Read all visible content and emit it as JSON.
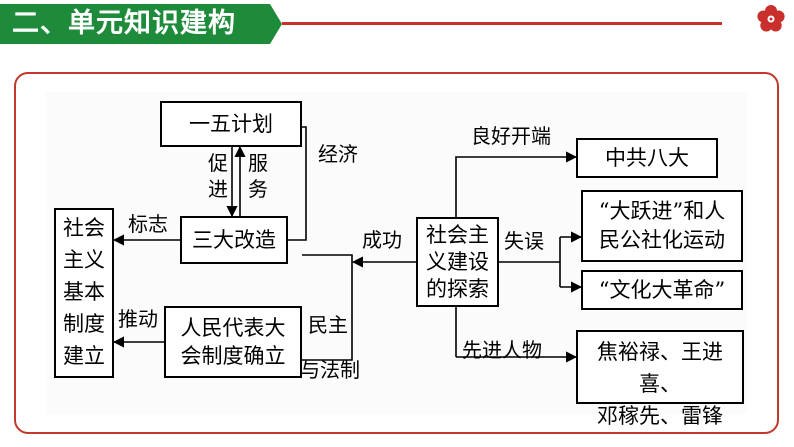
{
  "header": {
    "title": "二、单元知识建构"
  },
  "diagram": {
    "boxes": {
      "five_year_plan": "一五计划",
      "three_reforms": "三大改造",
      "npc_line1": "人民代表大",
      "npc_line2": "会制度确立",
      "basic_system": [
        "社会",
        "主义",
        "基本",
        "制度",
        "建立"
      ],
      "exploration": [
        "社会主",
        "义建设",
        "的探索"
      ],
      "eighth_congress": "中共八大",
      "great_leap_line1": "“大跃进”和人",
      "great_leap_line2": "民公社化运动",
      "cultural_revolution": "“文化大革命”",
      "figures_line1": "焦裕禄、王进喜、",
      "figures_line2": "邓稼先、雷锋"
    },
    "labels": {
      "promote": "促进",
      "serve": "服务",
      "economy": "经济",
      "symbol": "标志",
      "push": "推动",
      "democracy": "民主",
      "rule_of_law": "与法制",
      "success": "成功",
      "good_start": "良好开端",
      "mistakes": "失误",
      "advanced_figures": "先进人物"
    }
  },
  "colors": {
    "header_green": "#1e8b3a",
    "accent_red": "#c9302c",
    "frame_red": "#c0392b"
  }
}
